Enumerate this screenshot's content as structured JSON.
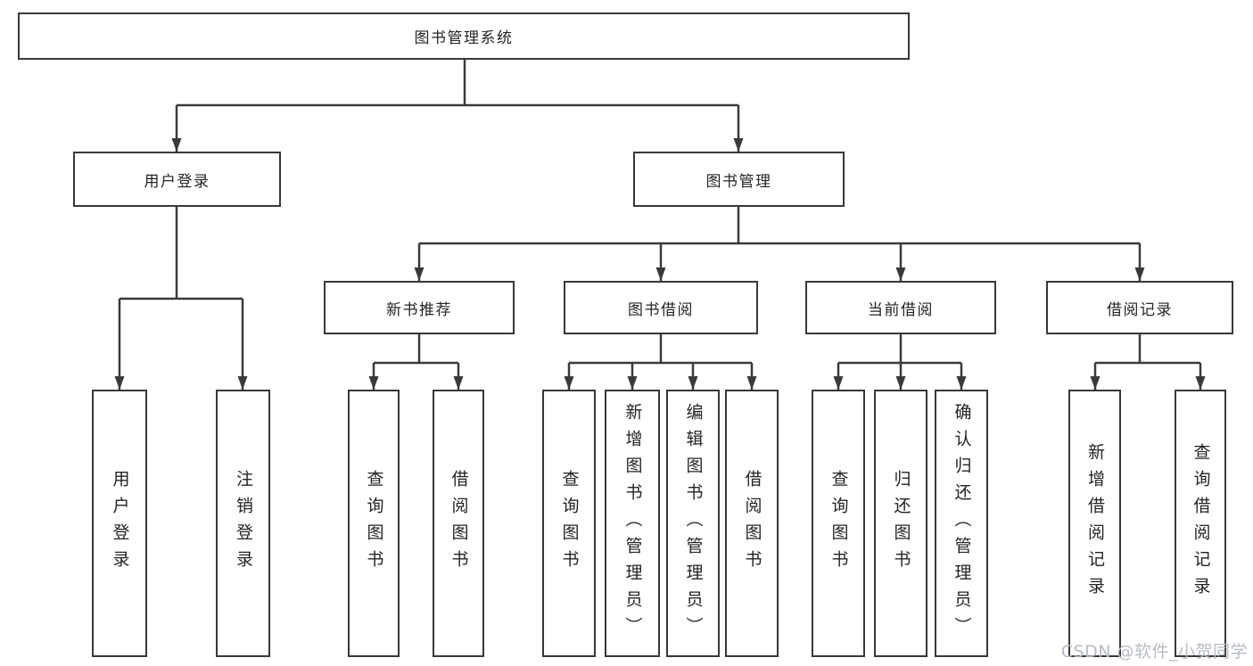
{
  "tree": {
    "label": "图书管理系统",
    "children": [
      {
        "label": "用户登录",
        "children": [
          {
            "label": "用户登录"
          },
          {
            "label": "注销登录"
          }
        ]
      },
      {
        "label": "图书管理",
        "children": [
          {
            "label": "新书推荐",
            "children": [
              {
                "label": "查询图书"
              },
              {
                "label": "借阅图书"
              }
            ]
          },
          {
            "label": "图书借阅",
            "children": [
              {
                "label": "查询图书"
              },
              {
                "label": "新增图书（管理员）"
              },
              {
                "label": "编辑图书（管理员）"
              },
              {
                "label": "借阅图书"
              }
            ]
          },
          {
            "label": "当前借阅",
            "children": [
              {
                "label": "查询图书"
              },
              {
                "label": "归还图书"
              },
              {
                "label": "确认归还（管理员）"
              }
            ]
          },
          {
            "label": "借阅记录",
            "children": [
              {
                "label": "新增借阅记录"
              },
              {
                "label": "查询借阅记录"
              }
            ]
          }
        ]
      }
    ]
  },
  "watermark": {
    "text": "CSDN @软件_小贺同学"
  },
  "colors": {
    "line": "#3a3a3a",
    "box_border": "#383838",
    "text": "#242424",
    "watermark": "#b7bcc4",
    "background": "#ffffff"
  }
}
